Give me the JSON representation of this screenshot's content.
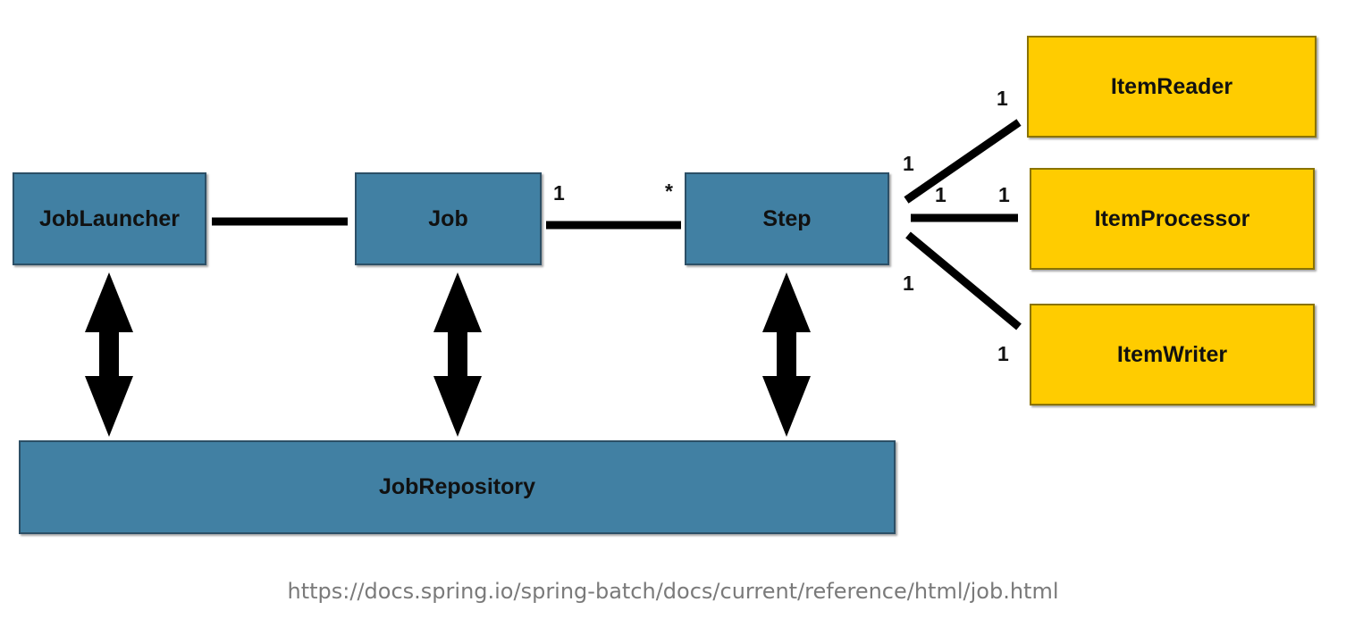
{
  "nodes": {
    "job_launcher": "JobLauncher",
    "job": "Job",
    "step": "Step",
    "job_repository": "JobRepository",
    "item_reader": "ItemReader",
    "item_processor": "ItemProcessor",
    "item_writer": "ItemWriter"
  },
  "multiplicities": {
    "job_side": "1",
    "step_side": "*",
    "step_reader": "1",
    "reader": "1",
    "step_processor": "1",
    "processor": "1",
    "step_writer": "1",
    "writer": "1"
  },
  "caption": "https://docs.spring.io/spring-batch/docs/current/reference/html/job.html",
  "colors": {
    "domain_box": "#4180a3",
    "item_box": "#ffcc00",
    "connector": "#000000",
    "caption_text": "#7a7a7a"
  }
}
